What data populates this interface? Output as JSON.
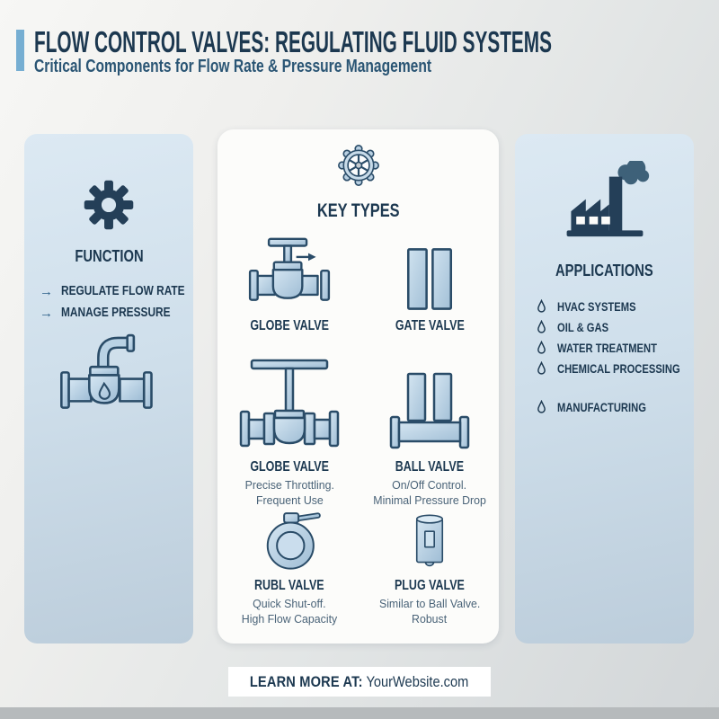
{
  "colors": {
    "navy": "#1c3850",
    "accent_blue": "#76aed2",
    "panel_blue": "#d3e2ee",
    "icon_fill_blue": "#aec8dd",
    "desc_text": "#4a6378",
    "footer_bg": "#ffffff"
  },
  "header": {
    "title": "FLOW CONTROL VALVES: REGULATING FLUID SYSTEMS",
    "subtitle": "Critical Components for Flow Rate & Pressure Management"
  },
  "function_panel": {
    "title": "FUNCTION",
    "icon": "gear-icon",
    "bullet_glyph": "→",
    "items": [
      "REGULATE FLOW RATE",
      "MANAGE PRESSURE"
    ],
    "illustration": "pipe-valve-icon"
  },
  "key_types": {
    "title": "KEY TYPES",
    "icon": "handwheel-icon",
    "cards": [
      {
        "name": "GLOBE VALVE",
        "icon": "globe-valve-icon"
      },
      {
        "name": "GATE VALVE",
        "icon": "gate-valve-icon"
      },
      {
        "name": "GLOBE VALVE",
        "desc1": "Precise Throttling.",
        "desc2": "Frequent Use",
        "icon": "globe-valve-long-icon"
      },
      {
        "name": "BALL VALVE",
        "desc1": "On/Off Control.",
        "desc2": "Minimal Pressure Drop",
        "icon": "ball-valve-icon"
      },
      {
        "name": "RUBL VALVE",
        "desc1": "Quick Shut-off.",
        "desc2": "High Flow Capacity",
        "icon": "round-ball-valve-icon"
      },
      {
        "name": "PLUG VALVE",
        "desc1": "Similar to Ball Valve.",
        "desc2": "Robust",
        "icon": "plug-valve-icon"
      }
    ]
  },
  "applications": {
    "title": "APPLICATIONS",
    "icon": "factory-icon",
    "bullet_icon": "droplet-icon",
    "items": [
      "HVAC SYSTEMS",
      "OIL & GAS",
      "WATER TREATMENT",
      "CHEMICAL PROCESSING",
      "MANUFACTURING"
    ]
  },
  "footer": {
    "label": "LEARN MORE AT:",
    "website": "YourWebsite.com"
  }
}
